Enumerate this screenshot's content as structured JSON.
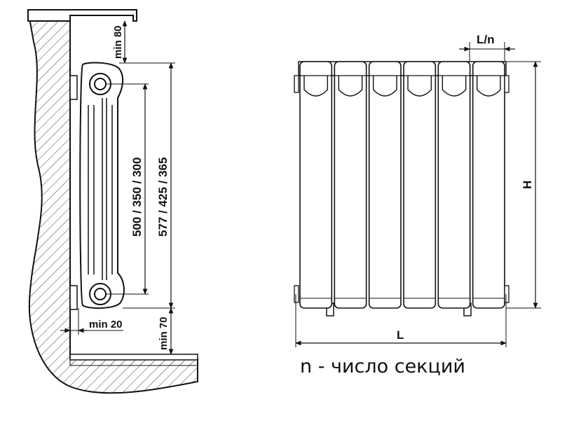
{
  "side_view": {
    "dim_top": "min 80",
    "dim_inner": "500 / 350 / 300",
    "dim_outer": "577 / 425 / 365",
    "dim_wall": "min 20",
    "dim_bottom": "min 70"
  },
  "front_view": {
    "section_width": "L/n",
    "height": "H",
    "length": "L",
    "sections": 6
  },
  "note": "n - число секций"
}
